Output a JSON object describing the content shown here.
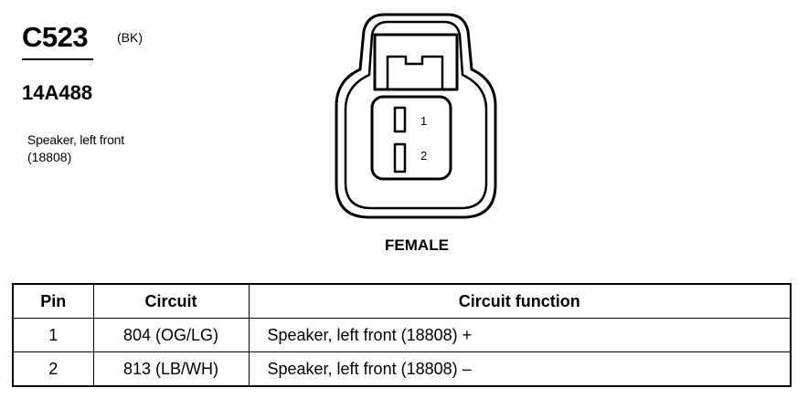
{
  "connector": {
    "id": "C523",
    "color": "(BK)",
    "part_number": "14A488",
    "component": "Speaker, left front",
    "component_ref": "(18808)",
    "view": "FEMALE",
    "pin_labels": [
      "1",
      "2"
    ]
  },
  "pin_table": {
    "headers": {
      "pin": "Pin",
      "circuit": "Circuit",
      "function": "Circuit function"
    },
    "rows": [
      {
        "pin": "1",
        "circuit": "804 (OG/LG)",
        "function": "Speaker, left front (18808) +"
      },
      {
        "pin": "2",
        "circuit": "813 (LB/WH)",
        "function": "Speaker, left front (18808) –"
      }
    ]
  }
}
